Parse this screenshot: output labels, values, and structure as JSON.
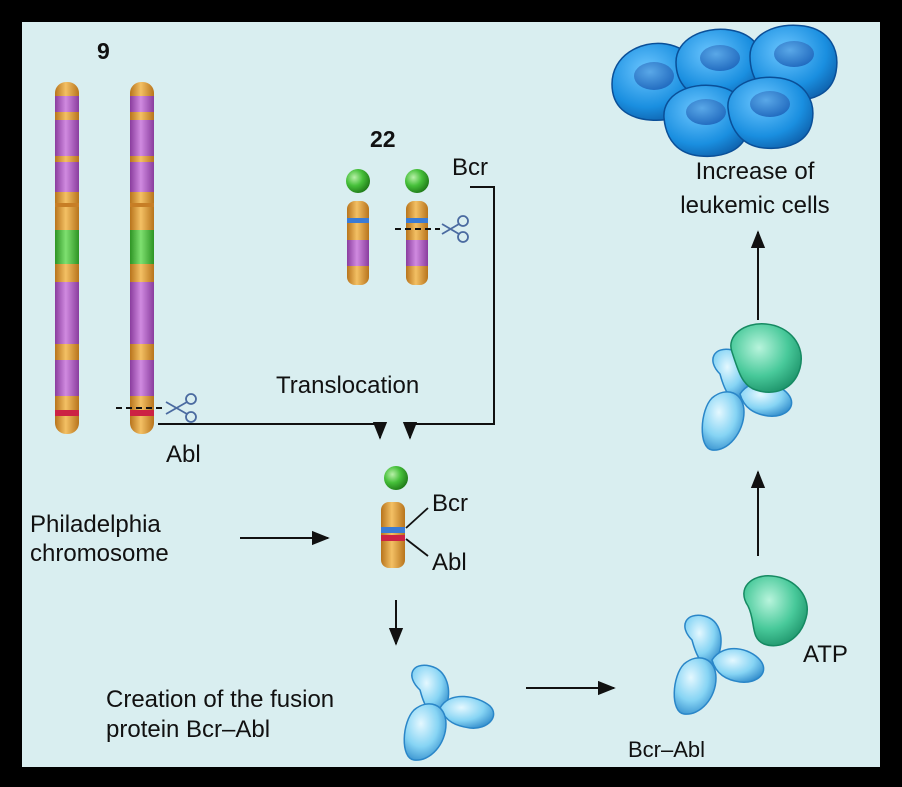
{
  "labels": {
    "chr9": "9",
    "chr22": "22",
    "bcr_top": "Bcr",
    "abl_left": "Abl",
    "translocation": "Translocation",
    "philadelphia_line1": "Philadelphia",
    "philadelphia_line2": "chromosome",
    "bcr_fused": "Bcr",
    "abl_fused": "Abl",
    "fusion_line1": "Creation of the fusion",
    "fusion_line2": "protein Bcr–Abl",
    "bcr_abl": "Bcr–Abl",
    "atp": "ATP",
    "leukemic_line1": "Increase of",
    "leukemic_line2": "leukemic cells"
  },
  "colors": {
    "panel_bg": "#d9eef0",
    "frame": "#000000",
    "chromosome_orange": "#e8a23a",
    "chromosome_purple": "#b565c8",
    "chromosome_green": "#4cc23a",
    "chromosome_red": "#cc2244",
    "chromosome_blue": "#3a7bd5",
    "centromere_green": "#46c03a",
    "protein_blue": "#7ecff0",
    "atp_teal": "#46c99a",
    "cell_blue": "#1a8fe0"
  }
}
